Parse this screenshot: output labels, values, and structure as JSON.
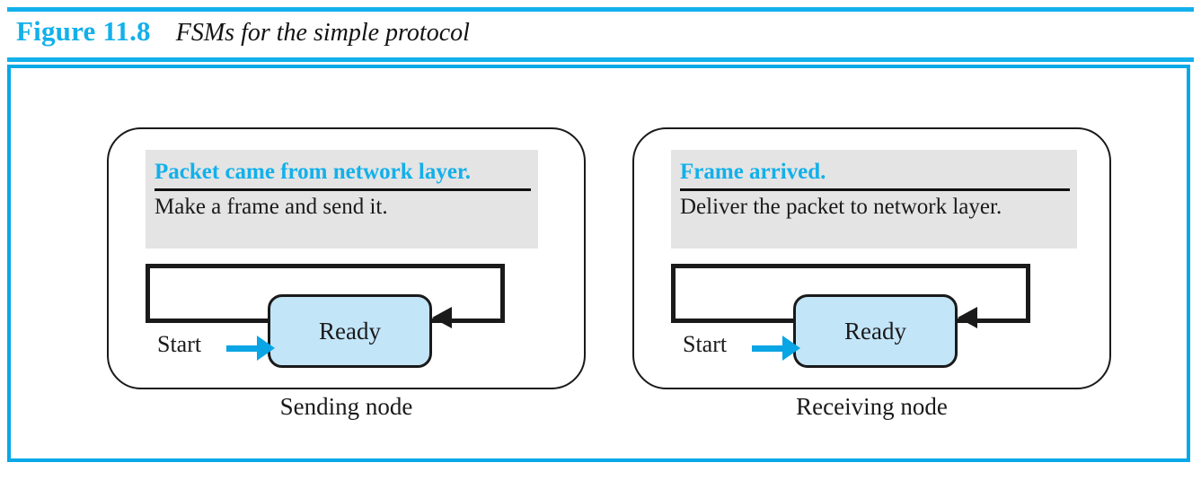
{
  "figure": {
    "number": "Figure 11.8",
    "title": "FSMs for the simple protocol",
    "accent_color": "#12b0ea",
    "frame_color": "#06a8e6"
  },
  "colors": {
    "accent": "#12b0ea",
    "state_fill": "#c3e5f8",
    "panel_background": "#e4e4e4",
    "line": "#1a1a1a",
    "start_arrow": "#0aa5e4"
  },
  "fsms": [
    {
      "id": "sending-node",
      "event": "Packet came from network layer.",
      "action": "Make a frame and send it.",
      "state": "Ready",
      "start_label": "Start",
      "caption": "Sending node"
    },
    {
      "id": "receiving-node",
      "event": "Frame arrived.",
      "action": "Deliver the packet to network layer.",
      "state": "Ready",
      "start_label": "Start",
      "caption": "Receiving node"
    }
  ]
}
